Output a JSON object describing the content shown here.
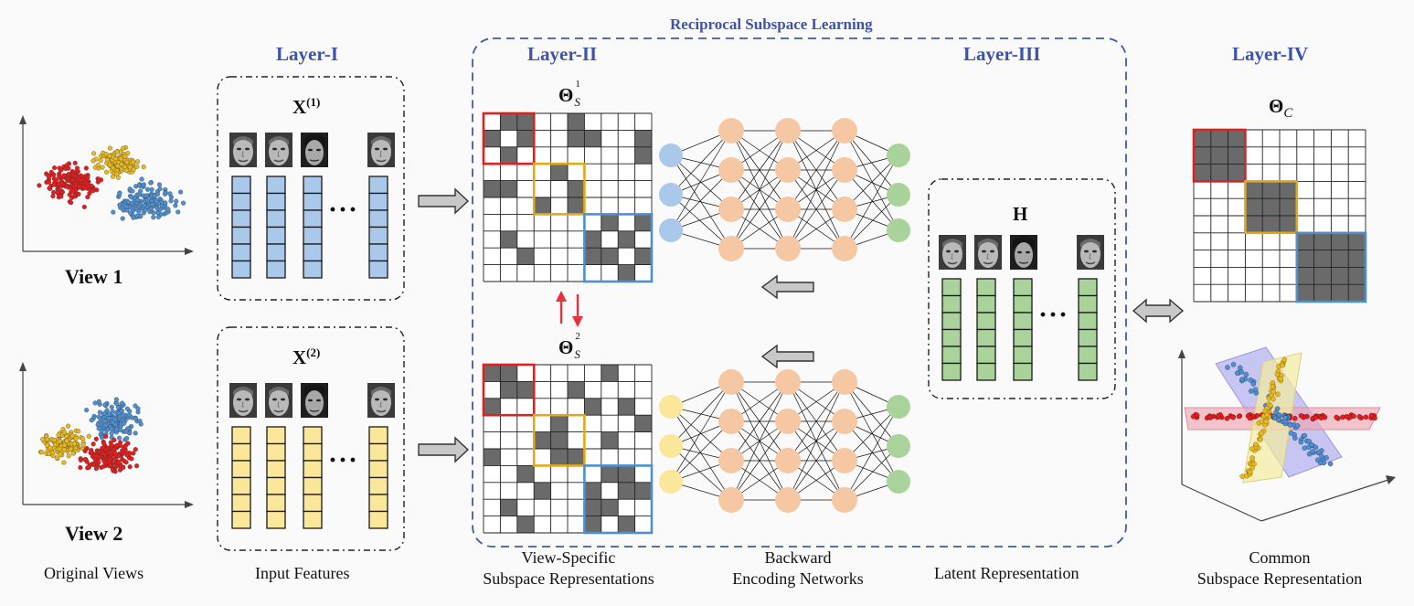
{
  "header": {
    "title": "Reciprocal Subspace Learning"
  },
  "layers": {
    "layer1": "Layer-I",
    "layer2": "Layer-II",
    "layer3": "Layer-III",
    "layer4": "Layer-IV"
  },
  "views": {
    "view1": "View 1",
    "view2": "View 2"
  },
  "matrices": {
    "x1_base": "X",
    "x1_sup": "(1)",
    "x2_base": "X",
    "x2_sup": "(2)",
    "theta1_base": "Θ",
    "theta1_sub": "S",
    "theta1_sup": "1",
    "theta2_base": "Θ",
    "theta2_sub": "S",
    "theta2_sup": "2",
    "thetac_base": "Θ",
    "thetac_sub": "C",
    "h_label": "H"
  },
  "ellipsis": "···",
  "captions": {
    "original_views": "Original Views",
    "input_features": "Input Features",
    "view_specific_line1": "View-Specific",
    "view_specific_line2": "Subspace Representations",
    "backward_line1": "Backward",
    "backward_line2": "Encoding Networks",
    "latent": "Latent Representation",
    "common_line1": "Common",
    "common_line2": "Subspace Representation"
  },
  "colors": {
    "title_blue": "#3f53a8",
    "red_cluster": "#e02020",
    "blue_cluster": "#4f8fd0",
    "yellow_cluster": "#e8b820",
    "feature_blue": "#a9c8ea",
    "feature_yellow": "#fbe79a",
    "feature_green": "#a9d39a",
    "hidden_node": "#f5c7a3",
    "input_node_blue": "#aac8ea",
    "input_node_yellow": "#fbe79a",
    "output_node_green": "#a9d39a",
    "matrix_fill": "#6a6a6a",
    "red_arrow": "#e83040"
  },
  "icons": {
    "face": "face-thumbnail",
    "right_arrow": "block-arrow-right",
    "left_arrow": "block-arrow-left",
    "double_arrow": "block-arrow-double",
    "red_arrows": "swap-arrows-vertical"
  }
}
